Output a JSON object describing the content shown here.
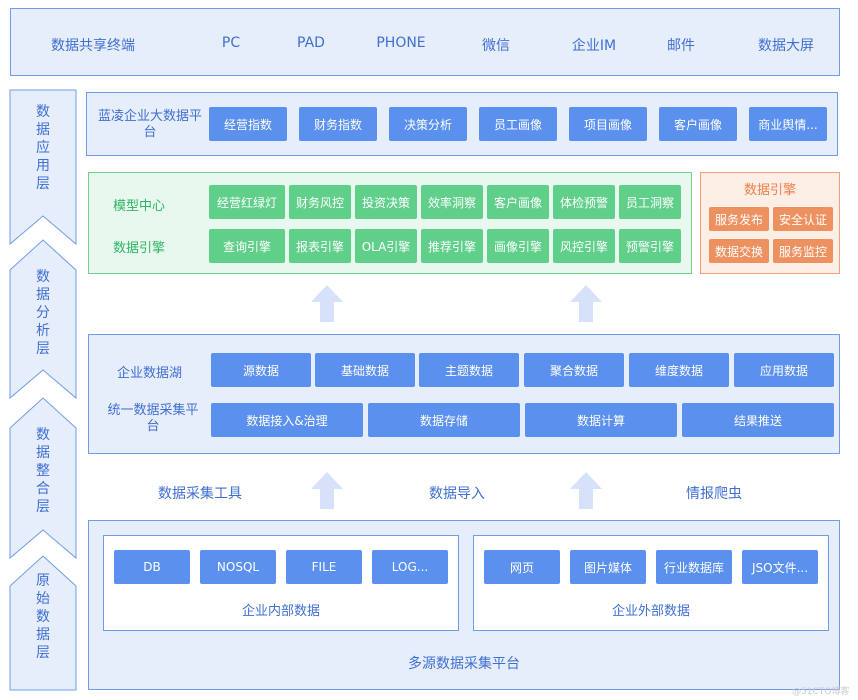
{
  "top_bar": {
    "title": "数据共享终端",
    "channels": [
      "PC",
      "PAD",
      "PHONE",
      "微信",
      "企业IM",
      "邮件",
      "数据大屏"
    ]
  },
  "layers": [
    "数据应用层",
    "数据分析层",
    "数据整合层",
    "原始数据层"
  ],
  "app_layer": {
    "platform": "蓝凌企业大数据平台",
    "items": [
      "经营指数",
      "财务指数",
      "决策分析",
      "员工画像",
      "项目画像",
      "客户画像",
      "商业舆情..."
    ]
  },
  "analysis": {
    "model_center": {
      "label": "模型中心",
      "items": [
        "经营红绿灯",
        "财务风控",
        "投资决策",
        "效率洞察",
        "客户画像",
        "体检预警",
        "员工洞察"
      ]
    },
    "data_engine": {
      "label": "数据引擎",
      "items": [
        "查询引擎",
        "报表引擎",
        "OLA引擎",
        "推荐引擎",
        "画像引擎",
        "风控引擎",
        "预警引擎"
      ]
    },
    "side_engine": {
      "title": "数据引擎",
      "items": [
        "服务发布",
        "安全认证",
        "数据交换",
        "服务监控"
      ]
    }
  },
  "integration": {
    "lake": {
      "label": "企业数据湖",
      "items": [
        "源数据",
        "基础数据",
        "主题数据",
        "聚合数据",
        "维度数据",
        "应用数据"
      ]
    },
    "collect": {
      "label": "统一数据采集平台",
      "items": [
        "数据接入&治理",
        "数据存储",
        "数据计算",
        "结果推送"
      ]
    }
  },
  "ingest_methods": [
    "数据采集工具",
    "数据导入",
    "情报爬虫"
  ],
  "raw": {
    "internal": {
      "label": "企业内部数据",
      "items": [
        "DB",
        "NOSQL",
        "FILE",
        "LOG..."
      ]
    },
    "external": {
      "label": "企业外部数据",
      "items": [
        "网页",
        "图片媒体",
        "行业数据库",
        "JSO文件..."
      ]
    },
    "platform": "多源数据采集平台"
  },
  "watermark": "@51CTO博客",
  "colors": {
    "blue": "#5b90ee",
    "blue_text": "#3f6fd1",
    "panel_bg": "#e7eefb",
    "green": "#5fcf8a",
    "orange": "#ee9161"
  }
}
